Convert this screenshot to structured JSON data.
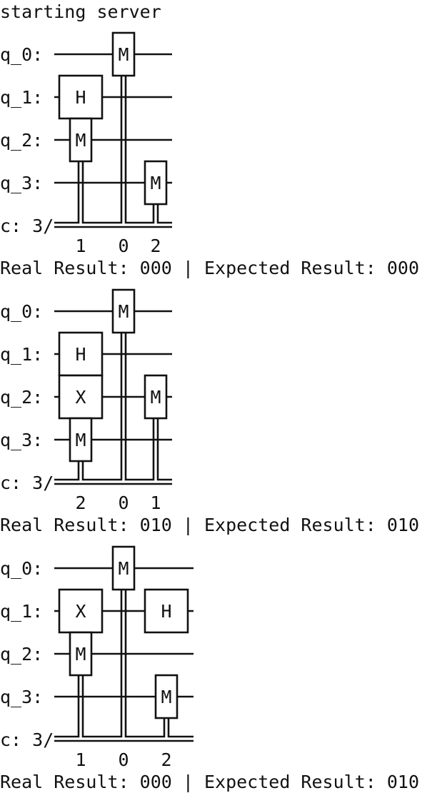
{
  "header": "starting server",
  "circuits": [
    {
      "qubits": [
        "q_0:",
        "q_1:",
        "q_2:",
        "q_3:"
      ],
      "classical": "c: 3/",
      "gates": [
        {
          "type": "measure",
          "label": "M",
          "qubit": 0,
          "col": 2,
          "bit": 0
        },
        {
          "type": "single",
          "label": "H",
          "qubit": 1,
          "col": 0
        },
        {
          "type": "measure",
          "label": "M",
          "qubit": 2,
          "col": 0,
          "bit": 1
        },
        {
          "type": "measure",
          "label": "M",
          "qubit": 3,
          "col": 3,
          "bit": 2
        }
      ],
      "bit_labels": [
        {
          "text": "1",
          "col": 0
        },
        {
          "text": "0",
          "col": 2
        },
        {
          "text": "2",
          "col": 3
        }
      ],
      "wire_cols": 4,
      "result": "Real Result: 000 | Expected Result: 000"
    },
    {
      "qubits": [
        "q_0:",
        "q_1:",
        "q_2:",
        "q_3:"
      ],
      "classical": "c: 3/",
      "gates": [
        {
          "type": "measure",
          "label": "M",
          "qubit": 0,
          "col": 2,
          "bit": 0
        },
        {
          "type": "single",
          "label": "H",
          "qubit": 1,
          "col": 0
        },
        {
          "type": "single",
          "label": "X",
          "qubit": 2,
          "col": 0
        },
        {
          "type": "measure",
          "label": "M",
          "qubit": 2,
          "col": 3,
          "bit": 1
        },
        {
          "type": "measure",
          "label": "M",
          "qubit": 3,
          "col": 0,
          "bit": 2
        }
      ],
      "bit_labels": [
        {
          "text": "2",
          "col": 0
        },
        {
          "text": "0",
          "col": 2
        },
        {
          "text": "1",
          "col": 3
        }
      ],
      "wire_cols": 4,
      "result": "Real Result: 010 | Expected Result: 010"
    },
    {
      "qubits": [
        "q_0:",
        "q_1:",
        "q_2:",
        "q_3:"
      ],
      "classical": "c: 3/",
      "gates": [
        {
          "type": "measure",
          "label": "M",
          "qubit": 0,
          "col": 2,
          "bit": 0
        },
        {
          "type": "single",
          "label": "X",
          "qubit": 1,
          "col": 0
        },
        {
          "type": "single",
          "label": "H",
          "qubit": 1,
          "col": 3
        },
        {
          "type": "measure",
          "label": "M",
          "qubit": 2,
          "col": 0,
          "bit": 1
        },
        {
          "type": "measure",
          "label": "M",
          "qubit": 3,
          "col": 3,
          "bit": 2
        }
      ],
      "bit_labels": [
        {
          "text": "1",
          "col": 0
        },
        {
          "text": "0",
          "col": 2
        },
        {
          "text": "2",
          "col": 3
        }
      ],
      "wire_cols": 5,
      "result": "Real Result: 000 | Expected Result: 010"
    }
  ]
}
